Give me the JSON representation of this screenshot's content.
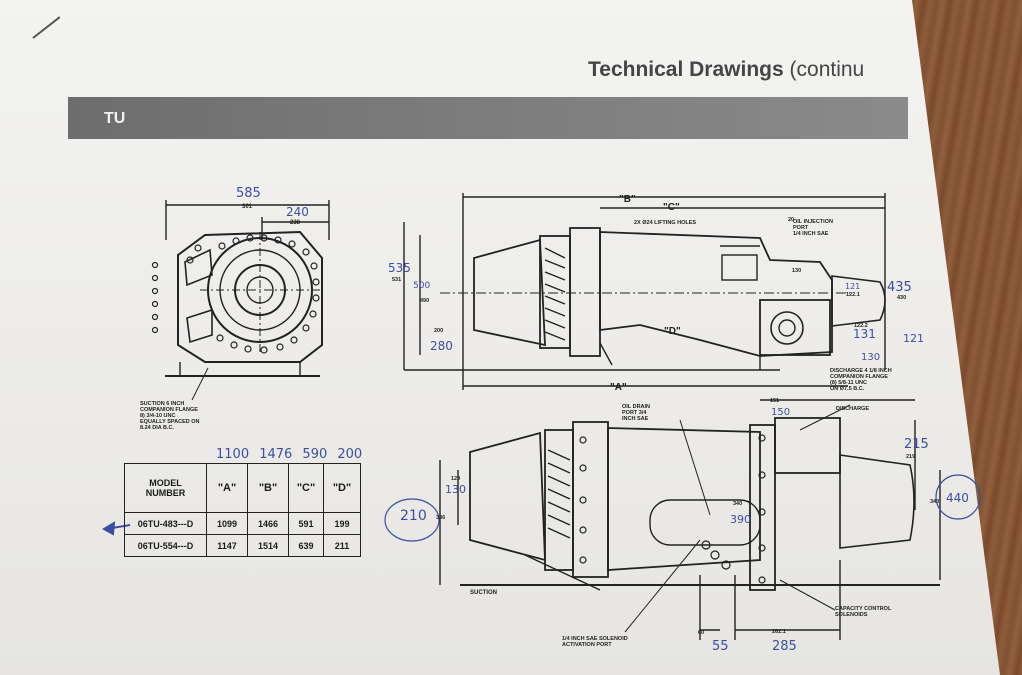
{
  "header": {
    "title": "Technical Drawings",
    "title_cont": "(continu"
  },
  "band": {
    "label": "TU"
  },
  "front_view": {
    "dims": [
      "585",
      "240"
    ],
    "printed_dims": [
      "301",
      "238"
    ],
    "note": "SUCTION 6 INCH\nCOMPANION FLANGE\n8) 3/4-10 UNC\nEQUALLY SPACED ON\n8.24 DIA B.C."
  },
  "handwritten_table_values": "1100  1476  590  200",
  "table": {
    "headers": [
      "MODEL\nNUMBER",
      "\"A\"",
      "\"B\"",
      "\"C\"",
      "\"D\""
    ],
    "rows": [
      [
        "06TU-483---D",
        "1099",
        "1466",
        "591",
        "199"
      ],
      [
        "06TU-554---D",
        "1147",
        "1514",
        "639",
        "211"
      ]
    ]
  },
  "side_view": {
    "labels": [
      "\"B\"",
      "\"C\"",
      "\"A\"",
      "\"D\""
    ],
    "lifting_note": "2X Ø24 LIFTING HOLES",
    "oil_injection_note": "OIL INJECTION\nPORT\n1/4 INCH SAE",
    "handwritten": [
      "535",
      "500",
      "280",
      "435",
      "121",
      "131",
      "130"
    ],
    "printed": [
      "531",
      "490",
      "200",
      "430",
      "20",
      "130",
      "122.1",
      "122.2",
      "121"
    ],
    "discharge_note": "DISCHARGE 4 1/8 INCH\nCOMPANION FLANGE\n(8) 5/8-11 UNC\nON Ø7.5 B.C."
  },
  "bottom_view": {
    "oil_drain_note": "OIL DRAIN\nPORT 3/4\nINCH SAE",
    "discharge": "DISCHARGE",
    "suction": "SUCTION",
    "solenoid_note": "1/4 INCH SAE SOLENOID\nACTIVATION PORT",
    "capacity_note": "CAPACITY CONTROL\nSOLENOIDS",
    "handwritten": [
      "150",
      "130",
      "210",
      "390",
      "215",
      "440",
      "55",
      "285"
    ],
    "printed": [
      "151",
      "129",
      "336",
      "340",
      "219",
      "343",
      "60",
      "262.1"
    ]
  }
}
